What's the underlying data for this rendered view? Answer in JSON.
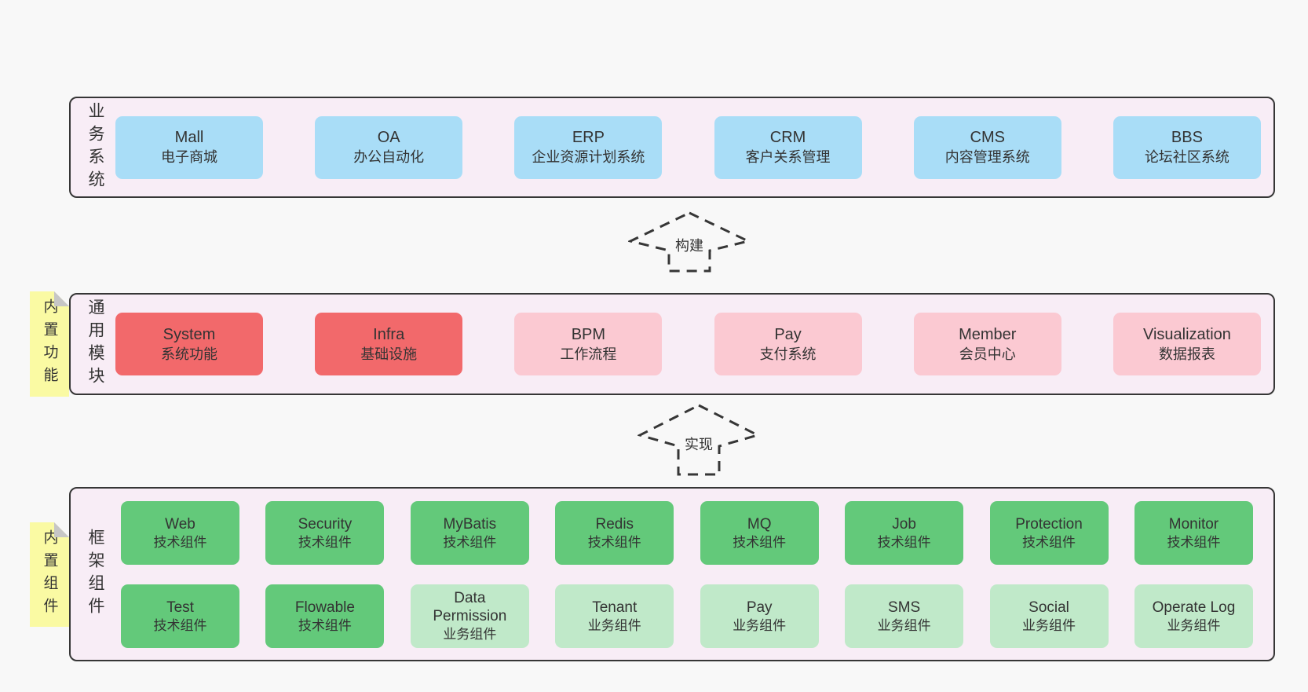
{
  "colors": {
    "page_bg": "#f8f8f8",
    "container_bg": "#f8edf6",
    "border": "#363636",
    "blue": "#a9ddf7",
    "red": "#f2696b",
    "pink": "#fbc9d2",
    "green_dark": "#63c97a",
    "green_light": "#c0e9c9",
    "note_yellow": "#fafaa3",
    "note_fold": "#c6c6c6",
    "text": "#333333"
  },
  "arrows": [
    {
      "label": "构建"
    },
    {
      "label": "实现"
    }
  ],
  "layers": [
    {
      "label": "业务系统",
      "rows": [
        [
          {
            "title": "Mall",
            "subtitle": "电子商城",
            "variant": "blue"
          },
          {
            "title": "OA",
            "subtitle": "办公自动化",
            "variant": "blue"
          },
          {
            "title": "ERP",
            "subtitle": "企业资源计划系统",
            "variant": "blue"
          },
          {
            "title": "CRM",
            "subtitle": "客户关系管理",
            "variant": "blue"
          },
          {
            "title": "CMS",
            "subtitle": "内容管理系统",
            "variant": "blue"
          },
          {
            "title": "BBS",
            "subtitle": "论坛社区系统",
            "variant": "blue"
          }
        ]
      ]
    },
    {
      "label": "通用模块",
      "note": "内置功能",
      "rows": [
        [
          {
            "title": "System",
            "subtitle": "系统功能",
            "variant": "red"
          },
          {
            "title": "Infra",
            "subtitle": "基础设施",
            "variant": "red"
          },
          {
            "title": "BPM",
            "subtitle": "工作流程",
            "variant": "pink"
          },
          {
            "title": "Pay",
            "subtitle": "支付系统",
            "variant": "pink"
          },
          {
            "title": "Member",
            "subtitle": "会员中心",
            "variant": "pink"
          },
          {
            "title": "Visualization",
            "subtitle": "数据报表",
            "variant": "pink"
          }
        ]
      ]
    },
    {
      "label": "框架组件",
      "note": "内置组件",
      "rows": [
        [
          {
            "title": "Web",
            "subtitle": "技术组件",
            "variant": "green"
          },
          {
            "title": "Security",
            "subtitle": "技术组件",
            "variant": "green"
          },
          {
            "title": "MyBatis",
            "subtitle": "技术组件",
            "variant": "green"
          },
          {
            "title": "Redis",
            "subtitle": "技术组件",
            "variant": "green"
          },
          {
            "title": "MQ",
            "subtitle": "技术组件",
            "variant": "green"
          },
          {
            "title": "Job",
            "subtitle": "技术组件",
            "variant": "green"
          },
          {
            "title": "Protection",
            "subtitle": "技术组件",
            "variant": "green"
          },
          {
            "title": "Monitor",
            "subtitle": "技术组件",
            "variant": "green"
          }
        ],
        [
          {
            "title": "Test",
            "subtitle": "技术组件",
            "variant": "green"
          },
          {
            "title": "Flowable",
            "subtitle": "技术组件",
            "variant": "green"
          },
          {
            "title": "Data Permission",
            "subtitle": "业务组件",
            "variant": "green-light"
          },
          {
            "title": "Tenant",
            "subtitle": "业务组件",
            "variant": "green-light"
          },
          {
            "title": "Pay",
            "subtitle": "业务组件",
            "variant": "green-light"
          },
          {
            "title": "SMS",
            "subtitle": "业务组件",
            "variant": "green-light"
          },
          {
            "title": "Social",
            "subtitle": "业务组件",
            "variant": "green-light"
          },
          {
            "title": "Operate Log",
            "subtitle": "业务组件",
            "variant": "green-light"
          }
        ]
      ]
    }
  ]
}
